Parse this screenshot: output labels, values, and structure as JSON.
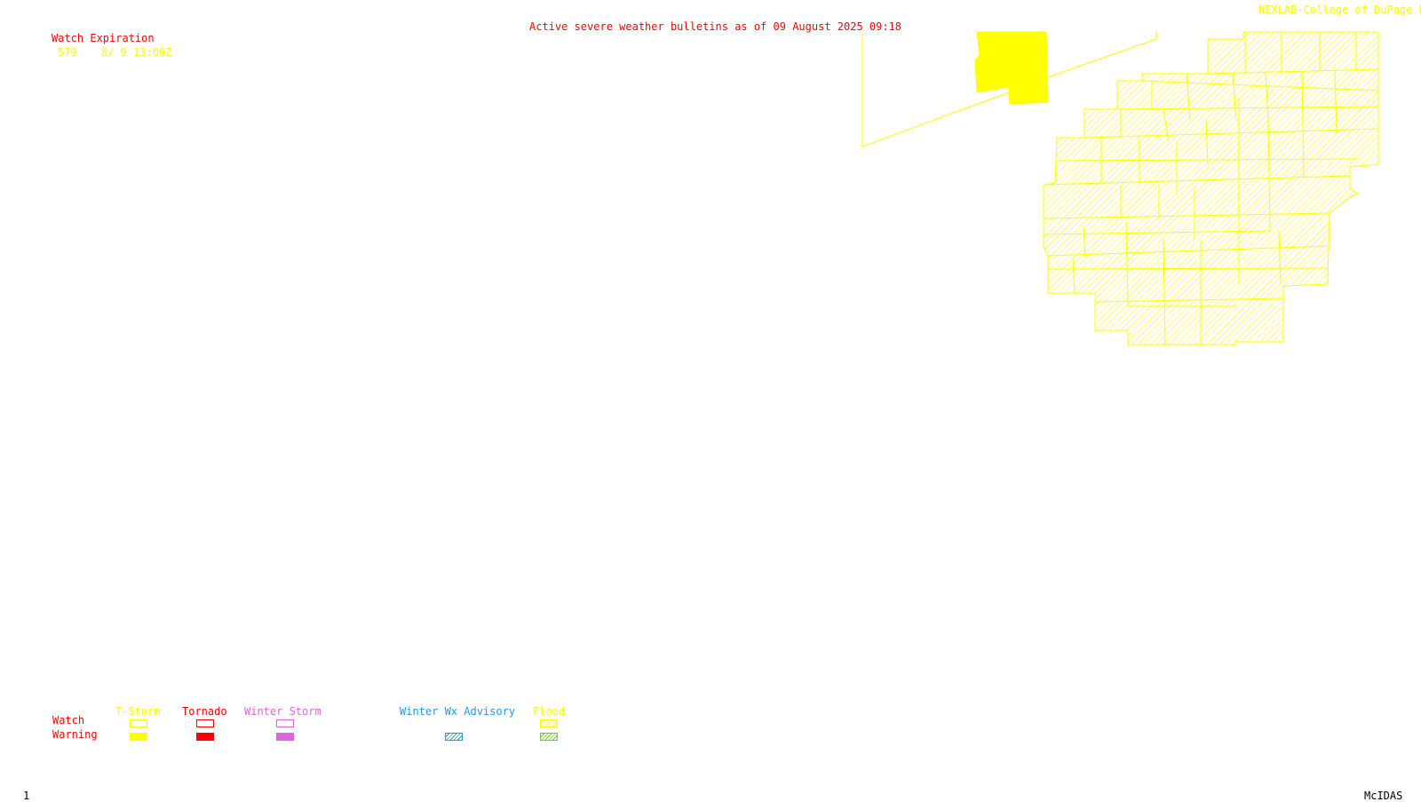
{
  "header": {
    "title": "Active severe weather bulletins as of 09 August 2025 09:18",
    "credit": "NEXLAB-College of DuPage R"
  },
  "watch_expiration": {
    "heading": "Watch Expiration",
    "rows": [
      {
        "number": "579",
        "time": "8/ 9 13:00Z"
      }
    ]
  },
  "legend": {
    "row_labels": {
      "watch": "Watch",
      "warning": "Warning"
    },
    "categories": [
      {
        "label": "T-Storm",
        "color": "#ffff00",
        "watch": "outline",
        "warning": "solid"
      },
      {
        "label": "Tornado",
        "color": "#ff0000",
        "watch": "outline",
        "warning": "solid"
      },
      {
        "label": "Winter Storm",
        "color": "#dd66dd",
        "watch": "outline",
        "warning": "solid"
      },
      {
        "label": "Winter Wx Advisory",
        "color": "#2299dd",
        "warning": "hatched"
      },
      {
        "label": "Flood",
        "color": "#ffff00",
        "warning_color": "#66cc33",
        "watch": "hatched",
        "warning": "hatched"
      }
    ]
  },
  "footer": {
    "frame": "1",
    "software": "McIDAS"
  },
  "colors": {
    "watch_area": "#ffff00",
    "warning_area": "#ffff00",
    "text_red": "#ff0000",
    "text_yellow": "#ffff00"
  }
}
